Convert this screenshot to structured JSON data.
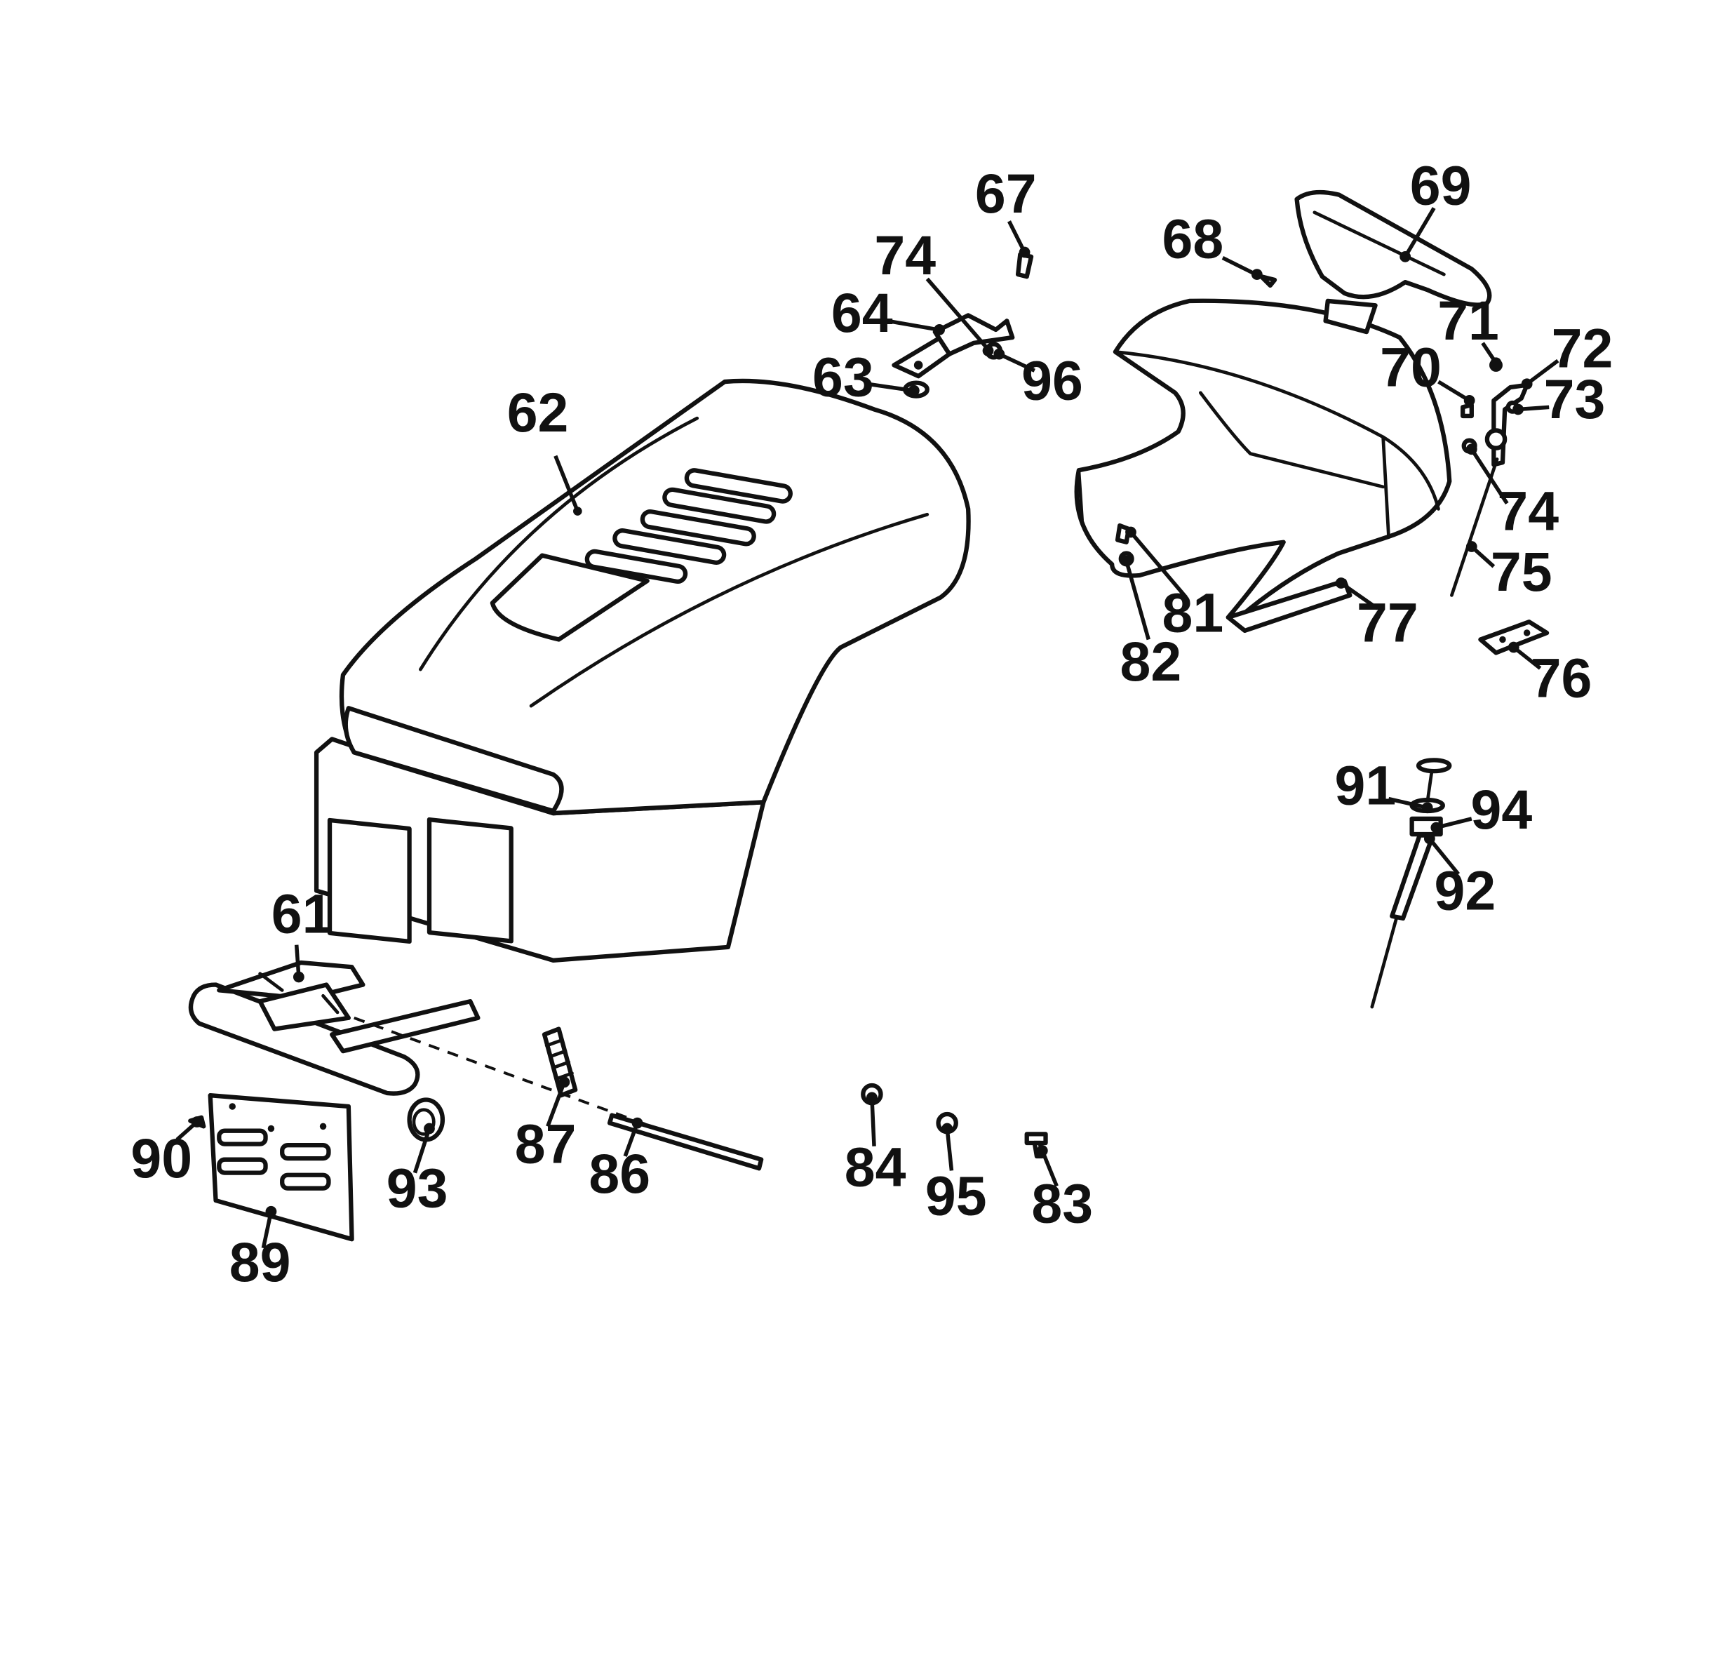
{
  "callouts": [
    {
      "id": "61",
      "text": "61"
    },
    {
      "id": "62",
      "text": "62"
    },
    {
      "id": "63",
      "text": "63"
    },
    {
      "id": "64",
      "text": "64"
    },
    {
      "id": "67",
      "text": "67"
    },
    {
      "id": "68",
      "text": "68"
    },
    {
      "id": "69",
      "text": "69"
    },
    {
      "id": "70",
      "text": "70"
    },
    {
      "id": "71",
      "text": "71"
    },
    {
      "id": "72",
      "text": "72"
    },
    {
      "id": "73",
      "text": "73"
    },
    {
      "id": "74a",
      "text": "74"
    },
    {
      "id": "74b",
      "text": "74"
    },
    {
      "id": "75",
      "text": "75"
    },
    {
      "id": "76",
      "text": "76"
    },
    {
      "id": "77",
      "text": "77"
    },
    {
      "id": "81",
      "text": "81"
    },
    {
      "id": "82",
      "text": "82"
    },
    {
      "id": "83",
      "text": "83"
    },
    {
      "id": "84",
      "text": "84"
    },
    {
      "id": "86",
      "text": "86"
    },
    {
      "id": "87",
      "text": "87"
    },
    {
      "id": "89",
      "text": "89"
    },
    {
      "id": "90",
      "text": "90"
    },
    {
      "id": "91",
      "text": "91"
    },
    {
      "id": "92",
      "text": "92"
    },
    {
      "id": "93",
      "text": "93"
    },
    {
      "id": "94",
      "text": "94"
    },
    {
      "id": "95",
      "text": "95"
    },
    {
      "id": "96",
      "text": "96"
    }
  ]
}
